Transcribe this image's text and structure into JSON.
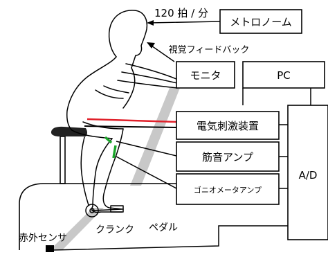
{
  "labels": {
    "tempo": "120 拍 / 分",
    "visual_feedback": "視覚フィードバック",
    "crank": "クランク",
    "pedal": "ペダル",
    "ir_sensor": "赤外センサ"
  },
  "boxes": {
    "metronome": "メトロノーム",
    "monitor": "モニタ",
    "pc": "PC",
    "stimulator": "電気刺激装置",
    "emg_amp": "筋音アンプ",
    "gonio_amp": "ゴニオメータアンプ",
    "ad": "A/D"
  },
  "colors": {
    "line": "#000000",
    "gray_beam": "#c8c8c8",
    "electrode_red": "#e0202a",
    "sensor_green": "#1aa52a",
    "seat": "#222222"
  }
}
